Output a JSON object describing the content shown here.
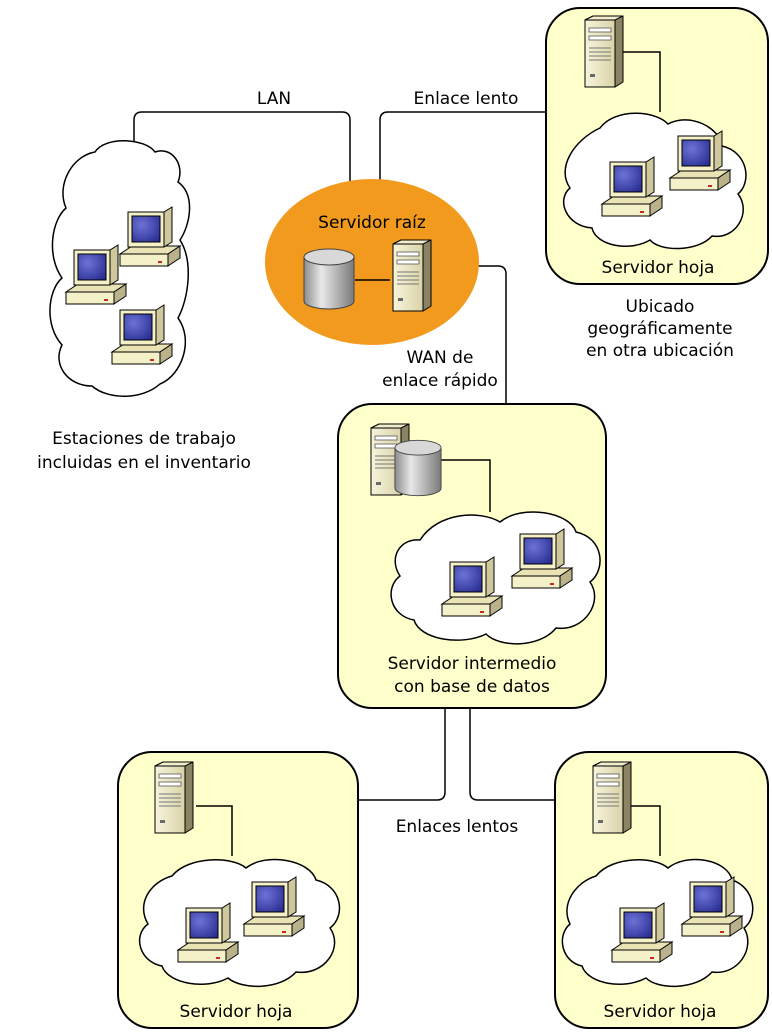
{
  "labels": {
    "lan": "LAN",
    "slow_link_top": "Enlace lento",
    "root_server": "Servidor raíz",
    "leaf_top_right": "Servidor hoja",
    "remote_location": [
      "Ubicado",
      "geográficamente",
      "en otra ubicación"
    ],
    "fast_wan": [
      "WAN de",
      "enlace rápido"
    ],
    "workstations": [
      "Estaciones de trabajo",
      "incluidas en el inventario"
    ],
    "intermediate_server": [
      "Servidor intermedio",
      "con base de datos"
    ],
    "slow_links_bottom": "Enlaces lentos",
    "leaf_bottom_left": "Servidor hoja",
    "leaf_bottom_right": "Servidor hoja"
  },
  "colors": {
    "panel_fill": "#ffffcc",
    "root_fill": "#f29a1e",
    "cloud_fill": "#ffffff",
    "screen": "#3a3fae",
    "computer_body": "#f4f0c8",
    "line": "#000000"
  },
  "icons": [
    "server-tower-icon",
    "database-cylinder-icon",
    "workstation-computer-icon",
    "network-cloud-icon"
  ]
}
